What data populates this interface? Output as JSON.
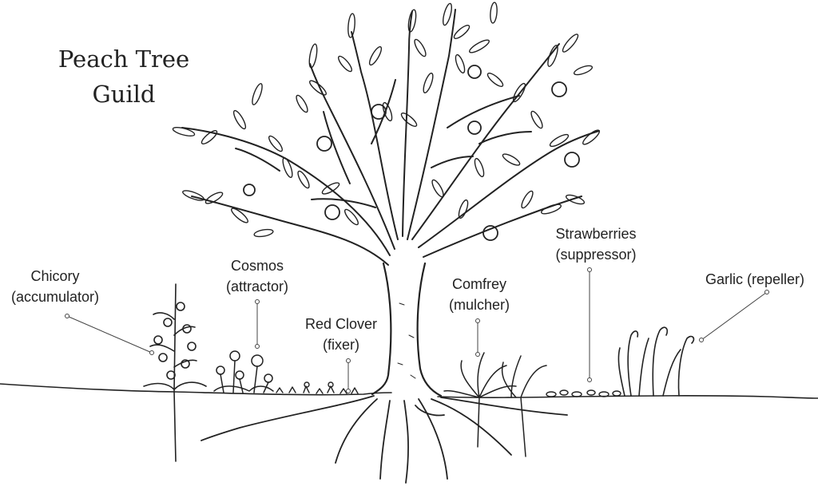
{
  "title": {
    "line1": "Peach Tree",
    "line2": "Guild"
  },
  "labels": {
    "chicory": {
      "line1": "Chicory",
      "line2": "(accumulator)"
    },
    "cosmos": {
      "line1": "Cosmos",
      "line2": "(attractor)"
    },
    "red_clover": {
      "line1": "Red Clover",
      "line2": "(fixer)"
    },
    "comfrey": {
      "line1": "Comfrey",
      "line2": "(mulcher)"
    },
    "strawberries": {
      "line1": "Strawberries",
      "line2": "(suppressor)"
    },
    "garlic": {
      "line1": "Garlic (repeller)"
    }
  },
  "colors": {
    "ink": "#222222",
    "background": "#ffffff"
  }
}
